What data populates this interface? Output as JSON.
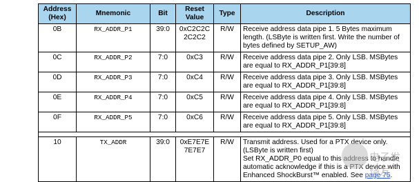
{
  "headers": {
    "address": "Address (Hex)",
    "mnemonic": "Mnemonic",
    "bit": "Bit",
    "reset": "Reset Value",
    "type": "Type",
    "description": "Description"
  },
  "rows": [
    {
      "address": "0B",
      "mnemonic": "RX_ADDR_P1",
      "bit": "39:0",
      "reset": "0xC2C2C2C2C2",
      "type": "R/W",
      "description": "Receive address data pipe 1. 5 Bytes maximum length. (LSByte is written first. Write the number of bytes defined by SETUP_AW)"
    },
    {
      "address": "0C",
      "mnemonic": "RX_ADDR_P2",
      "bit": "7:0",
      "reset": "0xC3",
      "type": "R/W",
      "description": "Receive address data pipe 2. Only LSB. MSBytes are equal to RX_ADDR_P1[39:8]"
    },
    {
      "address": "0D",
      "mnemonic": "RX_ADDR_P3",
      "bit": "7:0",
      "reset": "0xC4",
      "type": "R/W",
      "description": "Receive address data pipe 3. Only LSB. MSBytes are equal to RX_ADDR_P1[39:8]"
    },
    {
      "address": "0E",
      "mnemonic": "RX_ADDR_P4",
      "bit": "7:0",
      "reset": "0xC5",
      "type": "R/W",
      "description": "Receive address data pipe 4. Only LSB. MSBytes are equal to RX_ADDR_P1[39:8]"
    },
    {
      "address": "0F",
      "mnemonic": "RX_ADDR_P5",
      "bit": "7:0",
      "reset": "0xC6",
      "type": "R/W",
      "description": "Receive address data pipe 5. Only LSB. MSBytes are equal to RX_ADDR_P1[39:8]"
    }
  ],
  "tx_row": {
    "address": "10",
    "mnemonic": "TX_ADDR",
    "bit": "39:0",
    "reset": "0xE7E7E7E7E7",
    "type": "R/W",
    "description_1": "Transmit address. Used for a PTX device only. (LSByte is written first)",
    "description_2": "Set RX_ADDR_P0 equal to this address to handle automatic acknowledge if this is a PTX device with Enhanced ShockBurst™ enabled. See",
    "link_text": "page 75",
    "link_suffix": "."
  },
  "watermark": "电子发烧友"
}
